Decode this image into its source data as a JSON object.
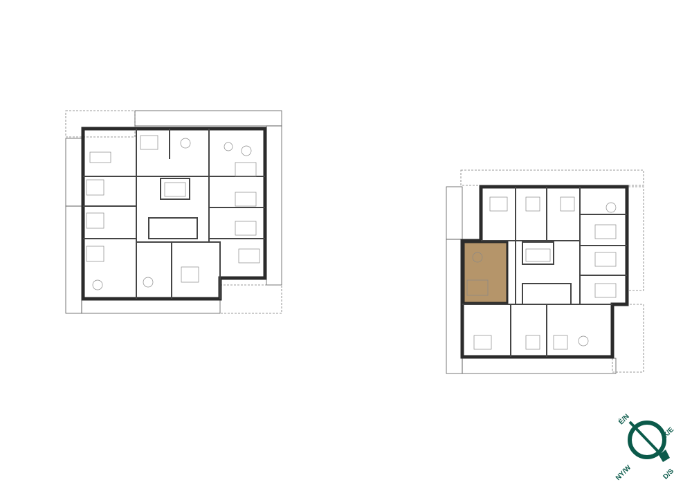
{
  "colors": {
    "wall": "#2b2b2b",
    "highlight": "#b5956a",
    "compass": "#0b5a4a"
  },
  "compass": {
    "north": "É/N",
    "east": "K/E",
    "south": "D/S",
    "west": "NY/W"
  },
  "plans": [
    {
      "name": "floor-plan-left",
      "highlighted_unit": false
    },
    {
      "name": "floor-plan-right",
      "highlighted_unit": true
    }
  ]
}
